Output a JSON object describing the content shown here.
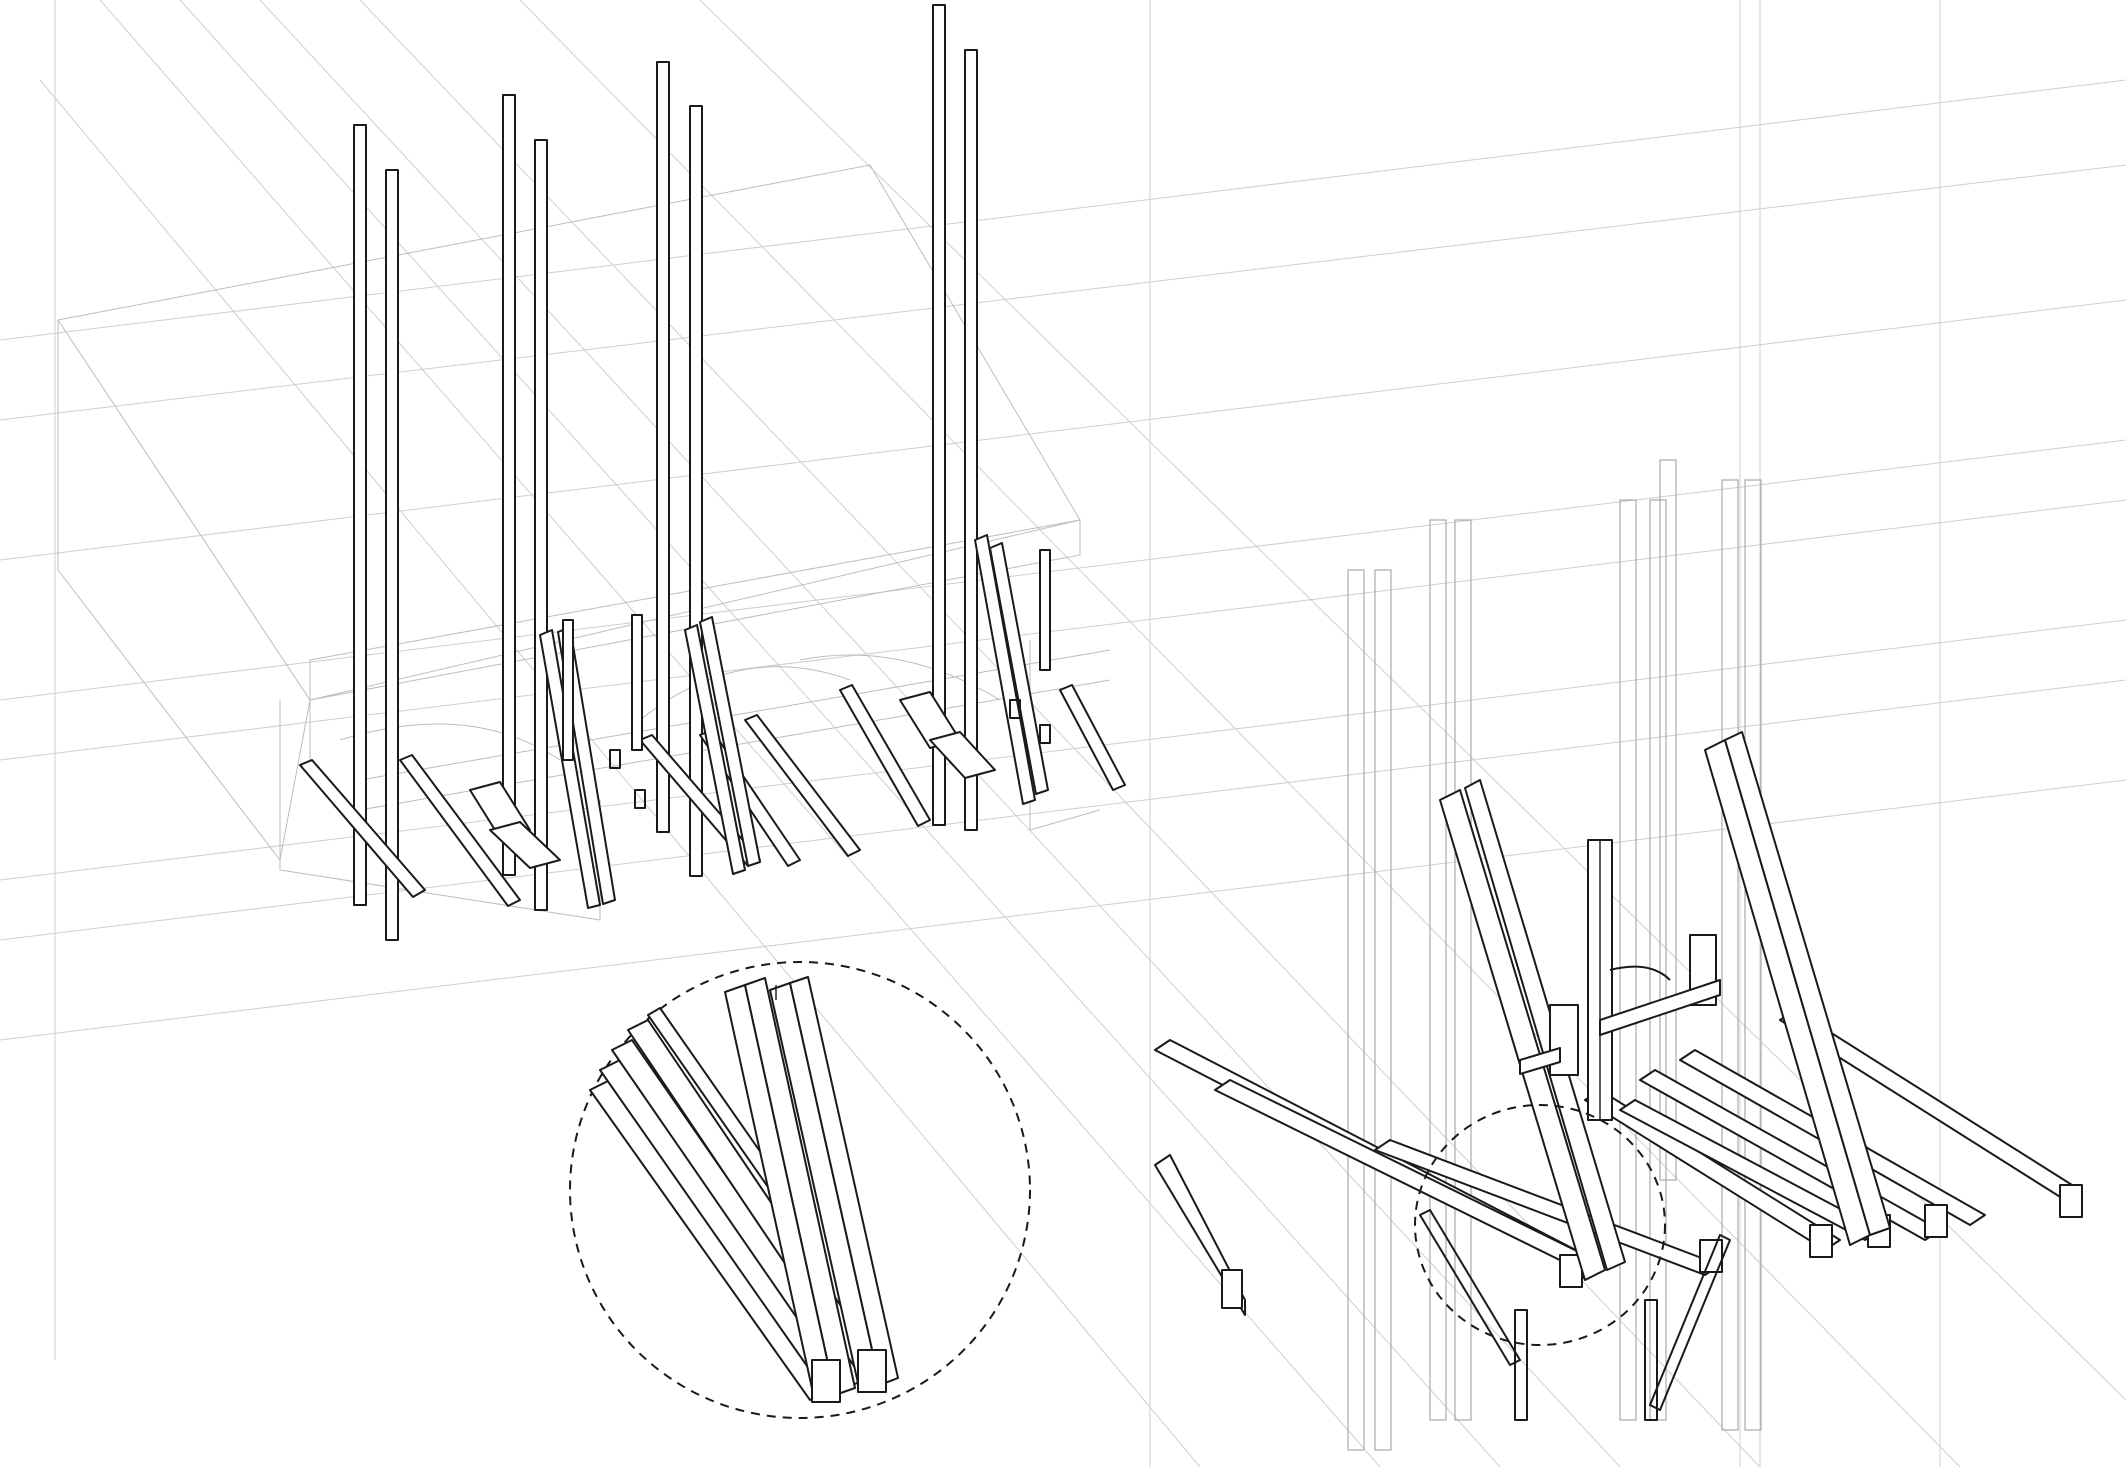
{
  "drawing": {
    "description_visible_text": "",
    "line_color": "#1a1a1a",
    "grid_color": "#cfcfcf",
    "background": "#ffffff"
  },
  "views": [
    {
      "id": "overall-axonometric"
    },
    {
      "id": "detail-circle"
    },
    {
      "id": "joint-axonometric"
    }
  ]
}
